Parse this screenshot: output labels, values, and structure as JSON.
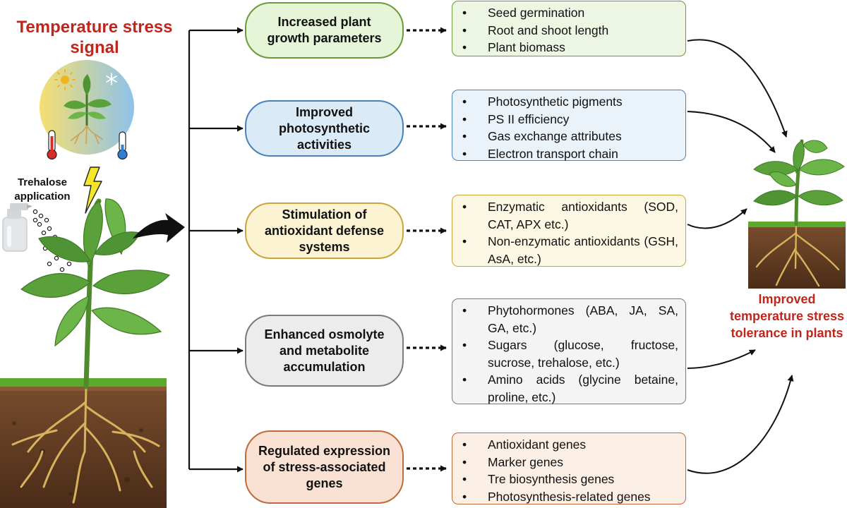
{
  "signal": {
    "title": "Temperature stress signal"
  },
  "application": {
    "label": "Trehalose application"
  },
  "outcome": {
    "label": "Improved temperature stress tolerance in plants"
  },
  "categories": [
    {
      "title": "Increased plant growth parameters",
      "color": "#6a9a3a",
      "details": [
        "Seed germination",
        "Root and shoot length",
        "Plant biomass"
      ]
    },
    {
      "title": "Improved photosynthetic activities",
      "color": "#4a82b8",
      "details": [
        "Photosynthetic pigments",
        "PS II efficiency",
        "Gas exchange attributes",
        "Electron transport chain"
      ]
    },
    {
      "title": "Stimulation of antioxidant defense systems",
      "color": "#c9a53c",
      "details": [
        "Enzymatic antioxidants (SOD, CAT, APX etc.)",
        "Non-enzymatic antioxidants (GSH, AsA, etc.)"
      ]
    },
    {
      "title": "Enhanced osmolyte and metabolite accumulation",
      "color": "#7a7a7a",
      "details": [
        "Phytohormones (ABA, JA, SA, GA, etc.)",
        "Sugars (glucose, fructose, sucrose, trehalose, etc.)",
        "Amino acids (glycine betaine, proline, etc.)"
      ]
    },
    {
      "title": "Regulated expression of stress-associated genes",
      "color": "#bf6a3a",
      "details": [
        "Antioxidant genes",
        "Marker genes",
        "Tre biosynthesis genes",
        "Photosynthesis-related genes"
      ]
    }
  ],
  "colors": {
    "accent_red": "#c0261c",
    "leaf_green": "#5aa13a",
    "soil_brown": "#6b4226",
    "root_tan": "#d8b25c"
  },
  "icons": [
    "sun-icon",
    "snowflake-icon",
    "hot-thermometer-icon",
    "cold-thermometer-icon",
    "lightning-icon",
    "spray-bottle-icon",
    "curved-arrow-icon"
  ]
}
